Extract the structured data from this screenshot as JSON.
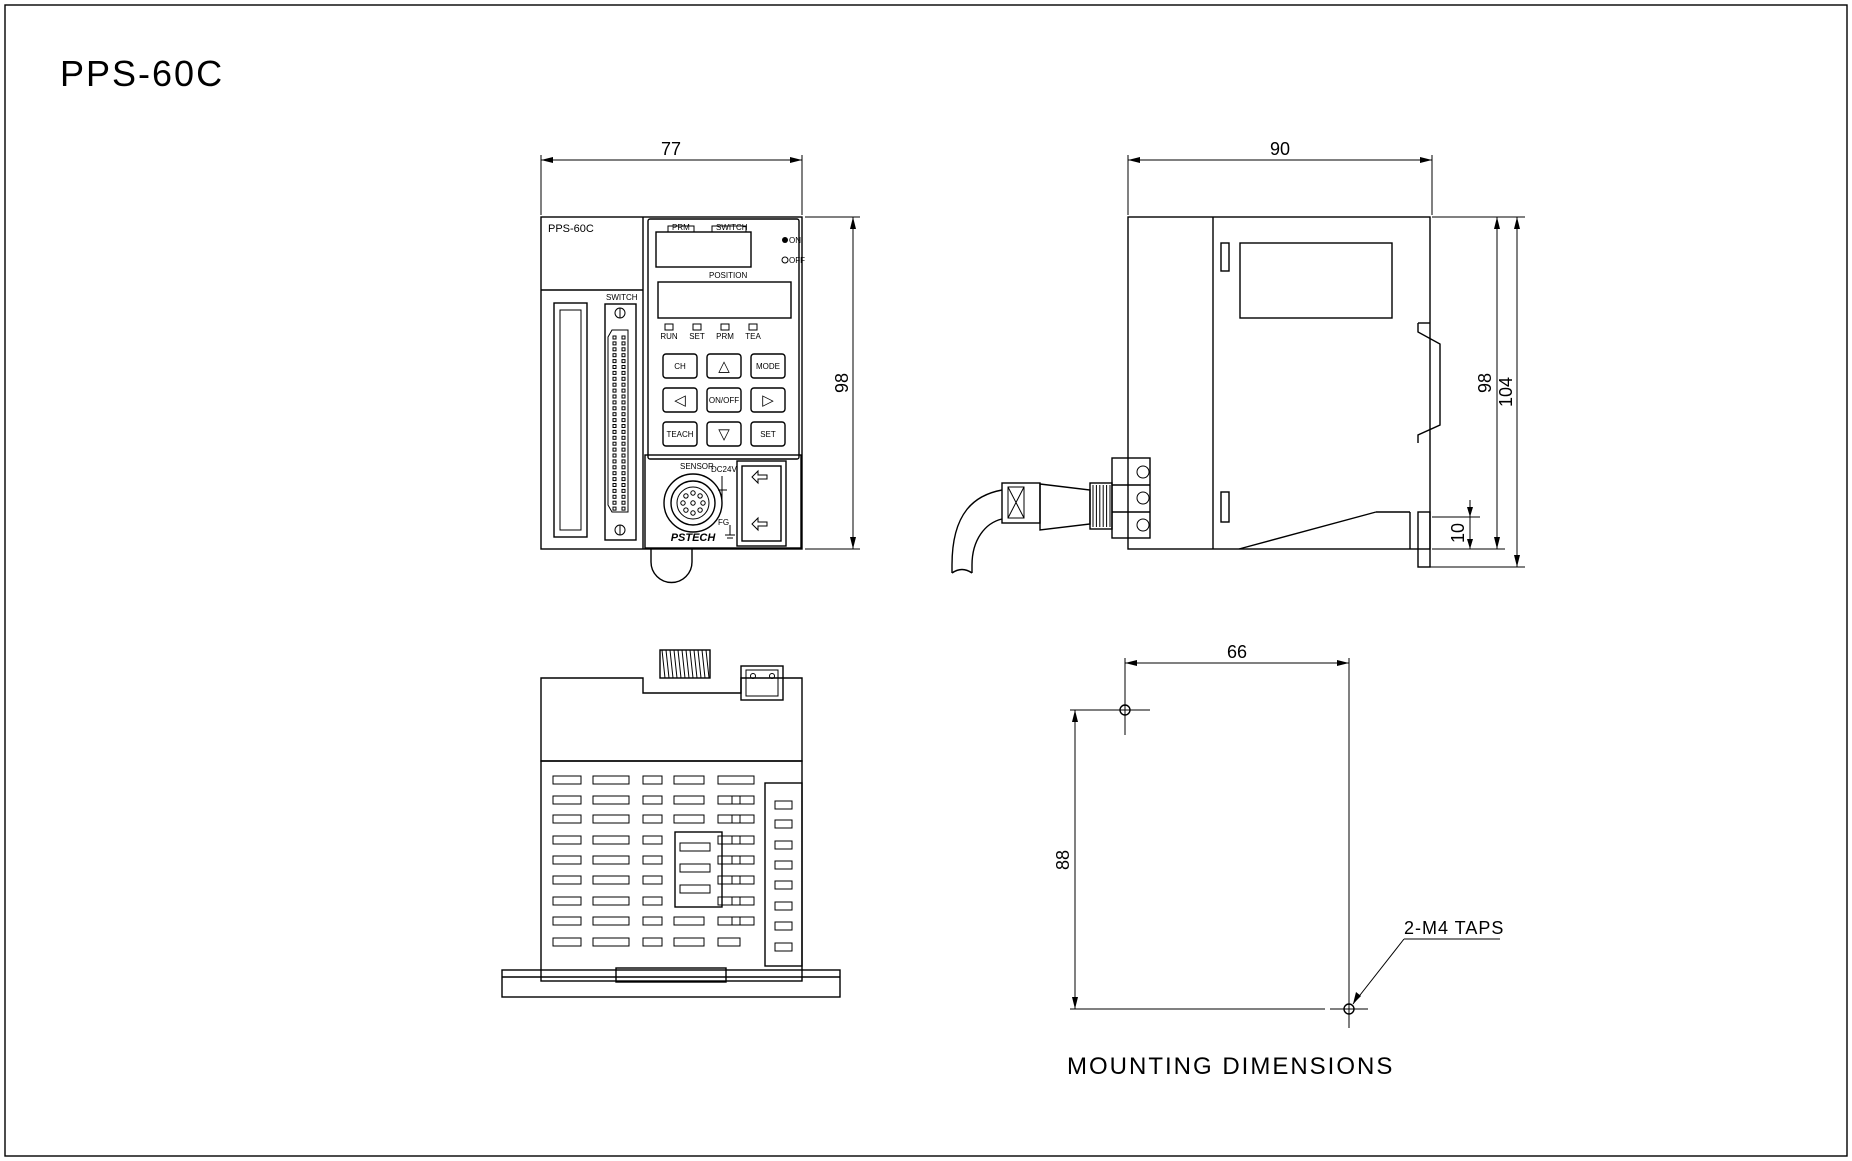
{
  "title": "PPS-60C",
  "front_view": {
    "width_dim": "77",
    "height_dim": "98",
    "model_label": "PPS-60C",
    "switch_connector_label": "SWITCH",
    "display_labels": {
      "prm": "PRM",
      "switch": "SWITCH",
      "position": "POSITION"
    },
    "indicators": {
      "on": "ON",
      "off": "OFF"
    },
    "leds": [
      "RUN",
      "SET",
      "PRM",
      "TEA"
    ],
    "buttons": [
      "CH",
      "△",
      "MODE",
      "◁",
      "ON/OFF",
      "▷",
      "TEACH",
      "▽",
      "SET"
    ],
    "sensor_label": "SENSOR",
    "power_label": "DC24V",
    "fg_label": "FG",
    "brand": "PSTECH"
  },
  "side_view": {
    "width_dim": "90",
    "height_dim_inner": "98",
    "height_dim_outer": "104",
    "rail_dim": "10"
  },
  "mounting": {
    "width_dim": "66",
    "height_dim": "88",
    "tap_label": "2-M4 TAPS",
    "caption": "MOUNTING DIMENSIONS"
  }
}
